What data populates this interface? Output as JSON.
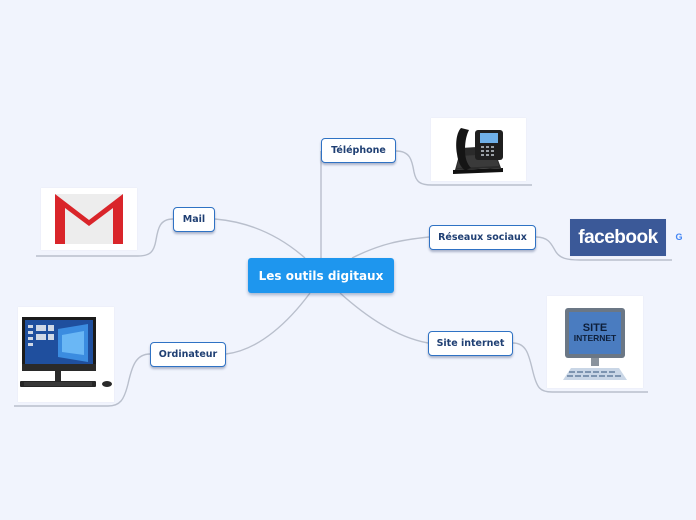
{
  "central_topic": "Les outils digitaux",
  "branches": [
    {
      "id": "telephone",
      "label": "Téléphone",
      "icon": "desk-phone-icon"
    },
    {
      "id": "mail",
      "label": "Mail",
      "icon": "gmail-logo-icon"
    },
    {
      "id": "reseaux",
      "label": "Réseaux sociaux",
      "icon": "facebook-logo-icon"
    },
    {
      "id": "site",
      "label": "Site internet",
      "icon": "site-internet-icon"
    },
    {
      "id": "ordinateur",
      "label": "Ordinateur",
      "icon": "desktop-computer-icon"
    }
  ],
  "images": {
    "facebook_text": "facebook",
    "site_text_1": "SITE",
    "site_text_2": "INTERNET",
    "google_mark": "G"
  },
  "colors": {
    "background": "#f1f4fd",
    "root_fill": "#1e96ee",
    "node_border": "#2f72c4",
    "node_text": "#1f3f73",
    "connector": "#b9bfcc",
    "gmail_red": "#d9252a",
    "facebook_blue": "#3b5998"
  }
}
